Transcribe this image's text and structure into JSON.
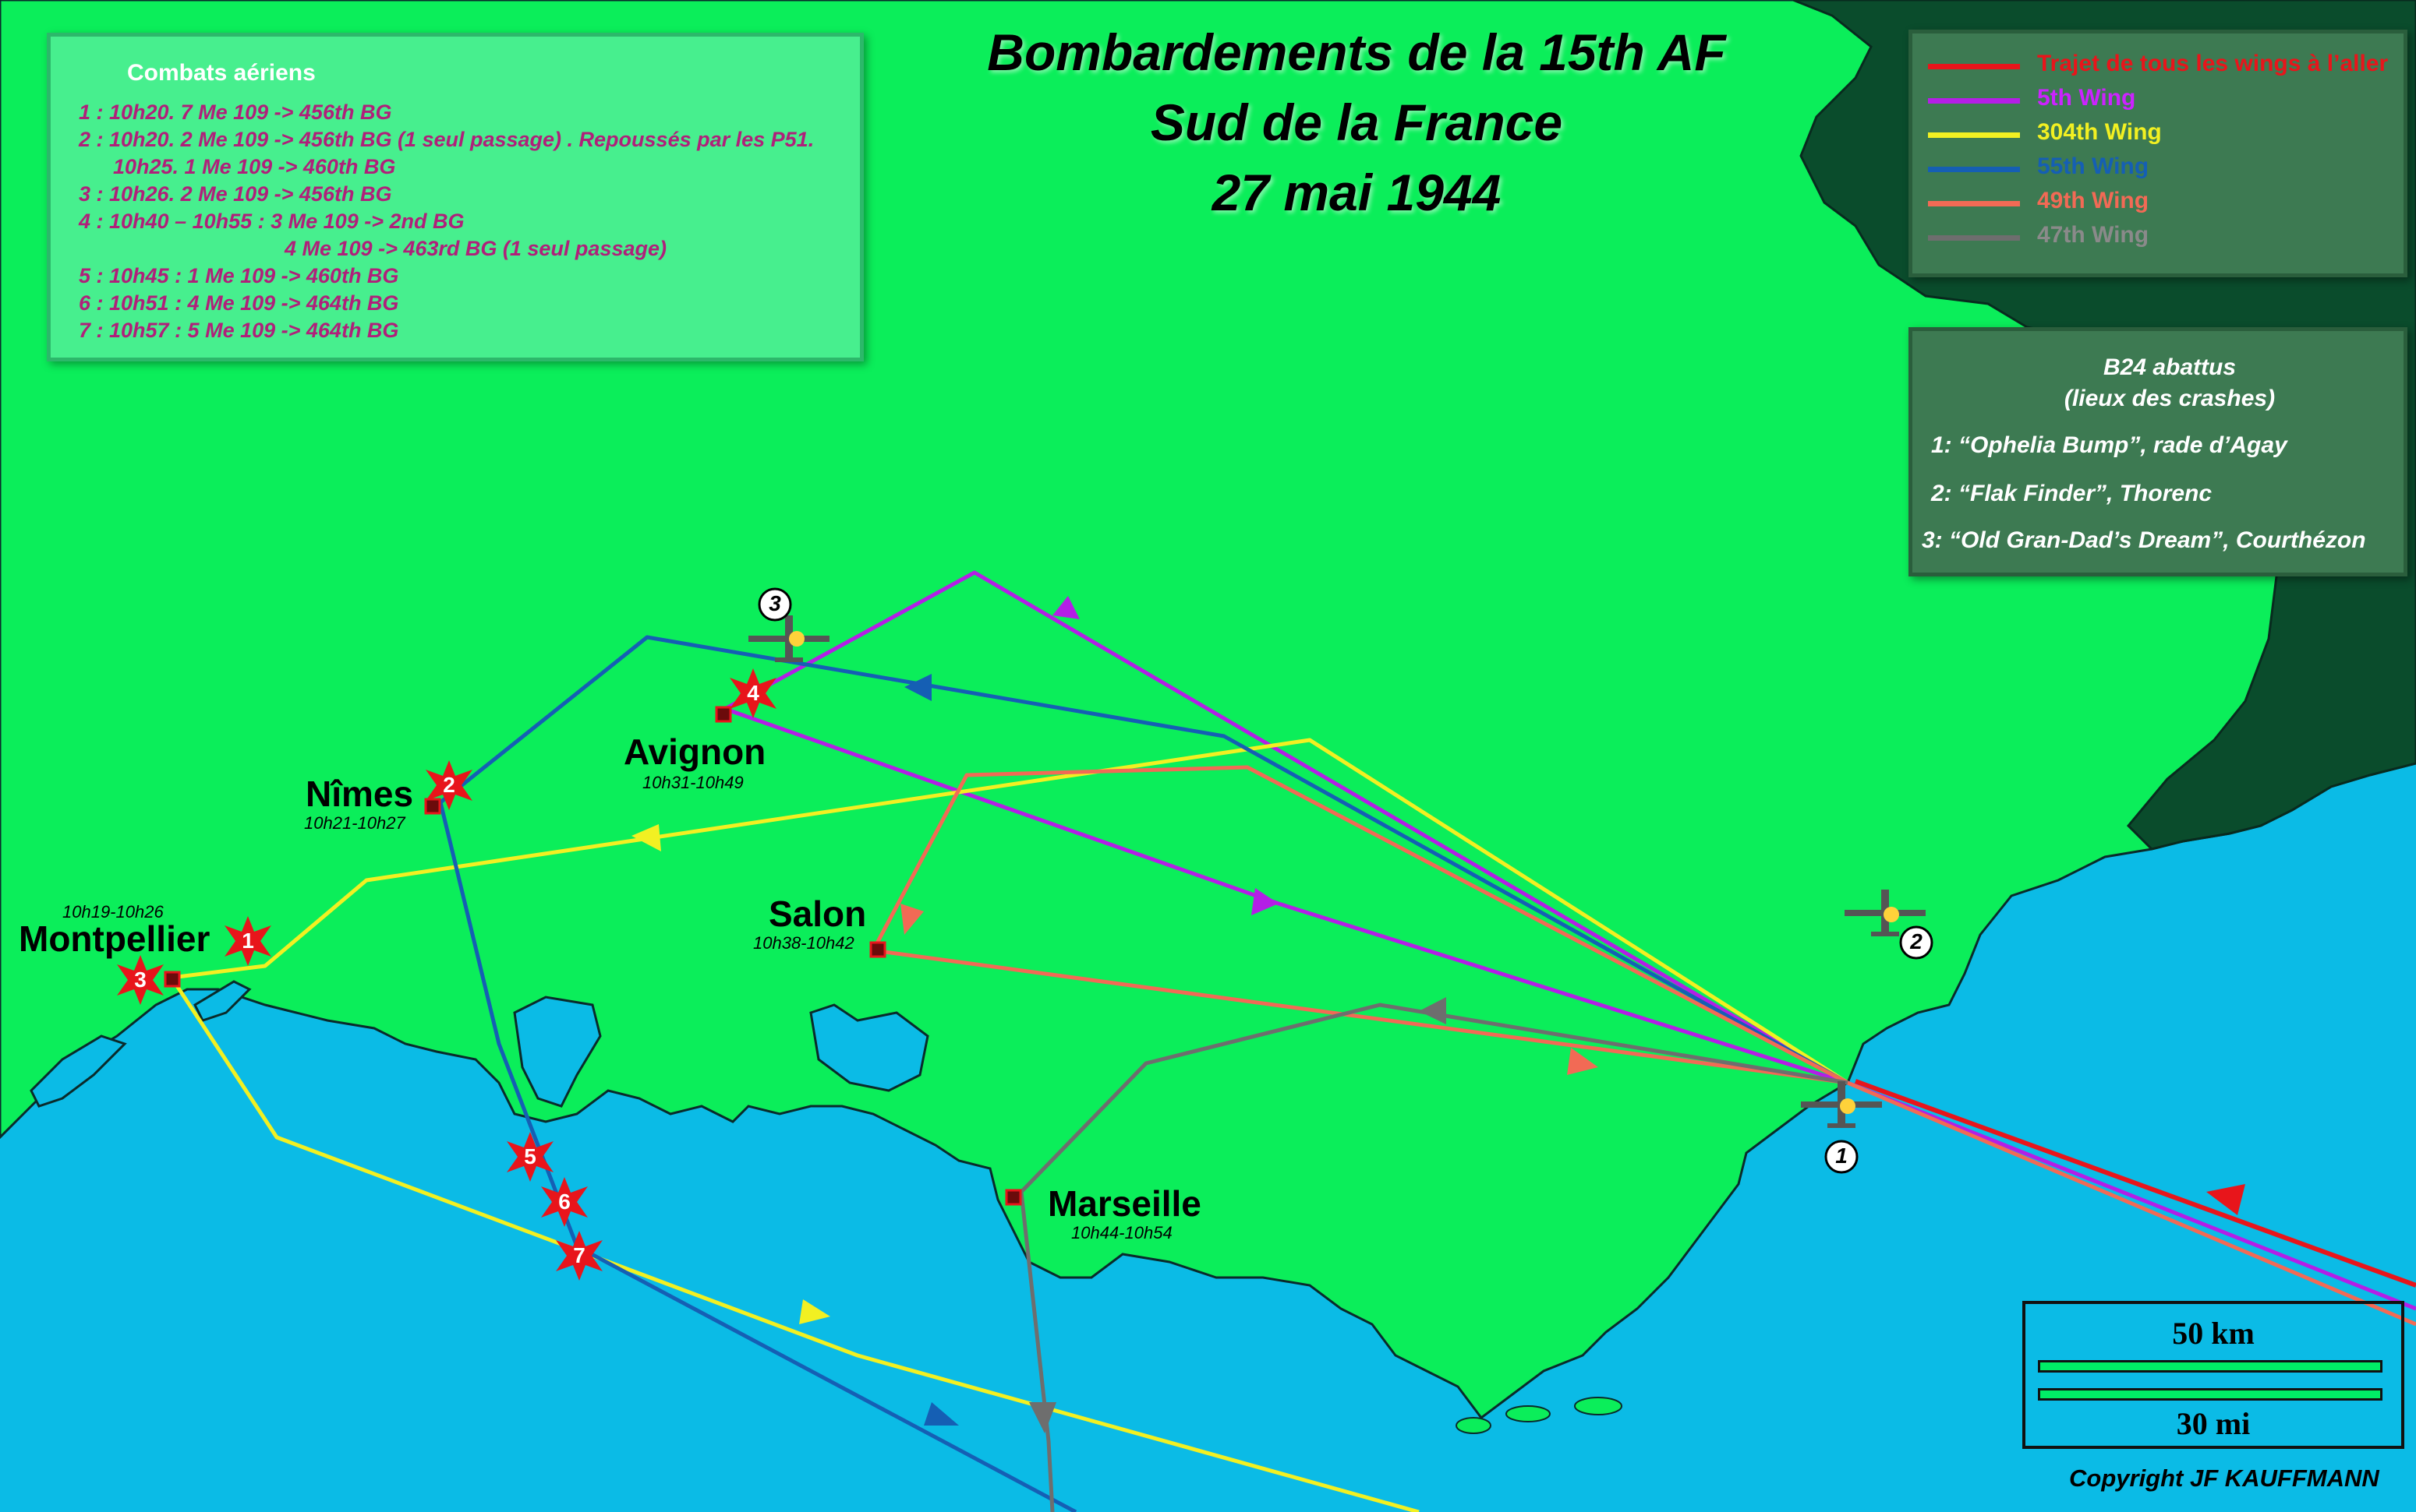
{
  "title": {
    "line1": "Bombardements de la 15th AF",
    "line2": "Sud de la France",
    "line3": "27 mai 1944"
  },
  "combats": {
    "header": "Combats aériens",
    "lines": [
      "1 : 10h20. 7 Me 109 -> 456th BG",
      "2 : 10h20. 2 Me 109 -> 456th BG (1 seul passage) . Repoussés par les P51.",
      "10h25. 1 Me 109 -> 460th BG",
      "3 : 10h26. 2 Me 109 -> 456th BG",
      "4 : 10h40 – 10h55 : 3 Me 109 -> 2nd BG",
      "4 Me 109 -> 463rd BG (1 seul passage)",
      "5 : 10h45 : 1 Me 109 -> 460th BG",
      "6 : 10h51 : 4 Me 109 -> 464th BG",
      "7 : 10h57 : 5 Me 109 -> 464th BG"
    ]
  },
  "legend": [
    {
      "label": "Trajet de tous les wings à l’aller",
      "color": "#e8151b"
    },
    {
      "label": "5th Wing",
      "color": "#b41ee6"
    },
    {
      "label": "304th Wing",
      "color": "#f2f022"
    },
    {
      "label": "55th Wing",
      "color": "#155fb4"
    },
    {
      "label": "49th Wing",
      "color": "#f26a55"
    },
    {
      "label": "47th Wing",
      "color": "#6e6e6e"
    }
  ],
  "crashes": {
    "title1": "B24 abattus",
    "title2": "(lieux des crashes)",
    "items": [
      "1: “Ophelia Bump”, rade d’Agay",
      "2: “Flak Finder”, Thorenc",
      "3: “Old Gran-Dad’s Dream”, Courthézon"
    ],
    "markers": [
      "1",
      "2",
      "3"
    ]
  },
  "cities": {
    "montpellier": {
      "name": "Montpellier",
      "time": "10h19-10h26"
    },
    "nimes": {
      "name": "Nîmes",
      "time": "10h21-10h27"
    },
    "avignon": {
      "name": "Avignon",
      "time": "10h31-10h49"
    },
    "salon": {
      "name": "Salon",
      "time": "10h38-10h42"
    },
    "marseille": {
      "name": "Marseille",
      "time": "10h44-10h54"
    }
  },
  "combat_markers": [
    "1",
    "2",
    "3",
    "4",
    "5",
    "6",
    "7"
  ],
  "scale": {
    "km": "50 km",
    "mi": "30 mi"
  },
  "copyright": "Copyright JF KAUFFMANN",
  "colors": {
    "land": "#0bee5a",
    "sea": "#0bbbe6",
    "hills": "#0a4c2c",
    "star": "#e8151b"
  }
}
